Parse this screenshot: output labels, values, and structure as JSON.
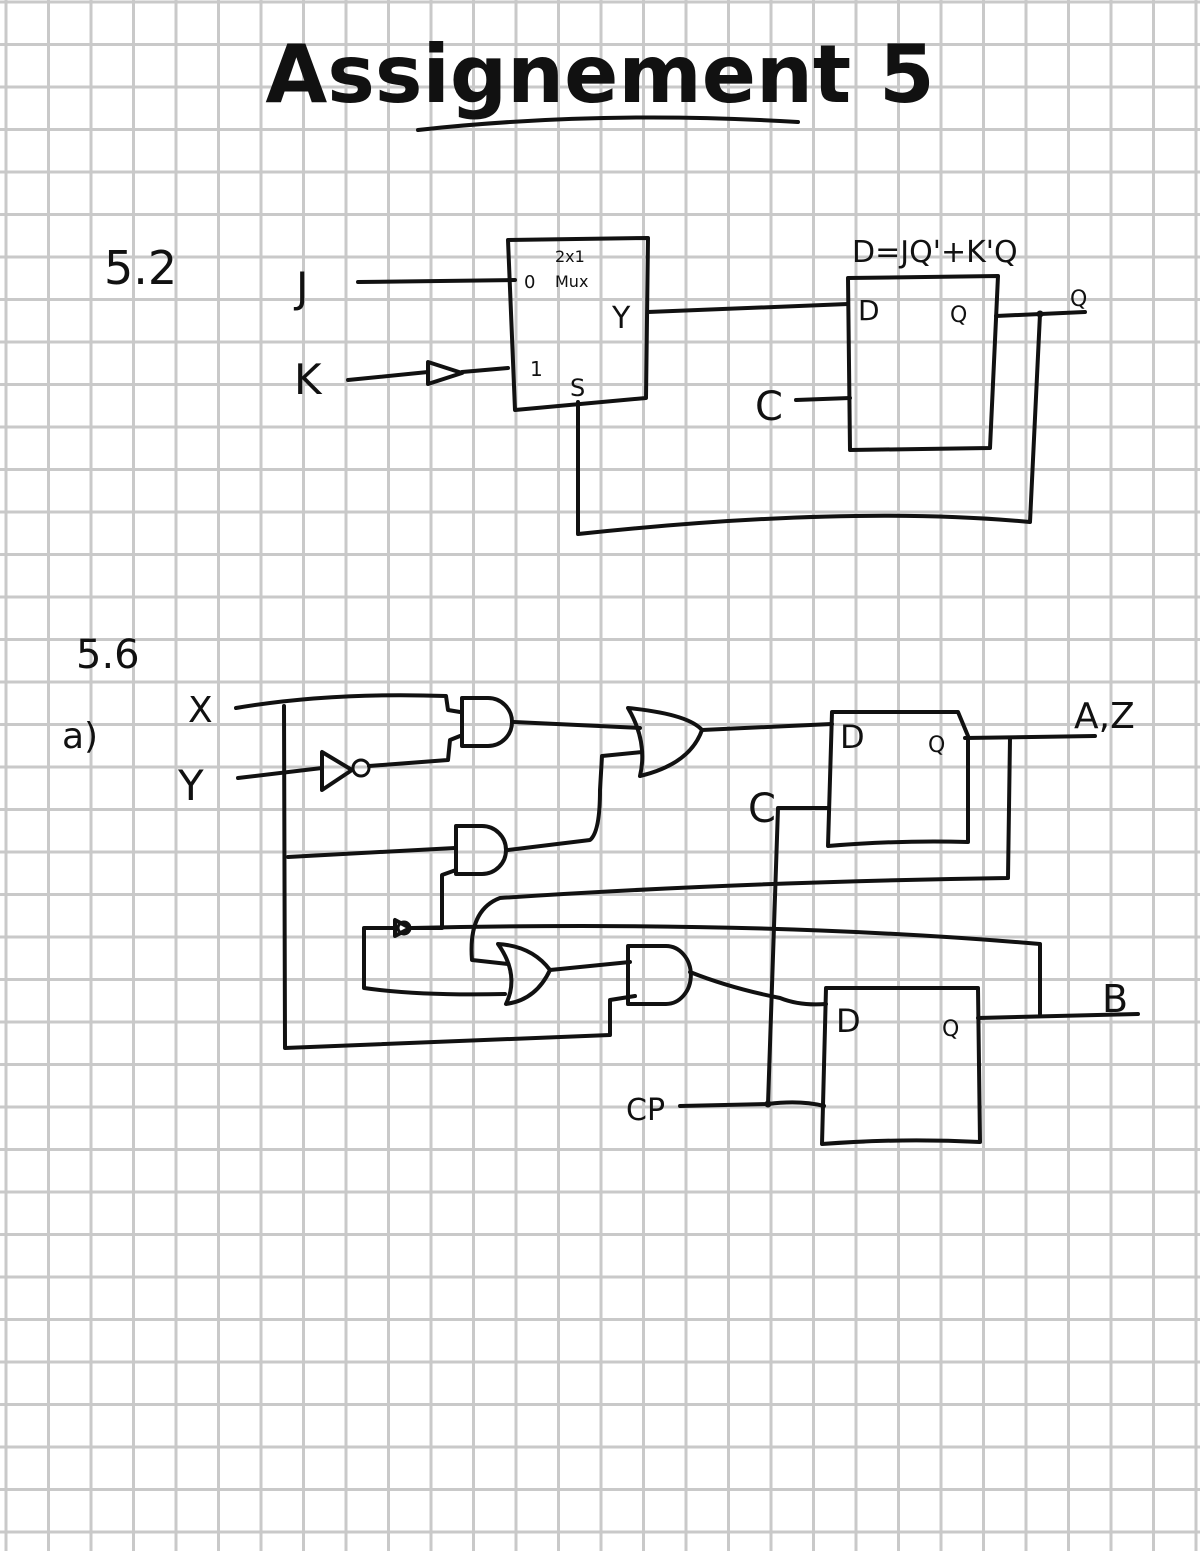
{
  "title": "Assignement 5",
  "problem_52": {
    "number": "5.2",
    "equation": "D=JQ'+K'Q",
    "mux": {
      "type_line1": "2x1",
      "type_line2": "Mux",
      "input0": "0",
      "input1": "1",
      "output": "Y",
      "select": "S"
    },
    "flipflop": {
      "d": "D",
      "q": "Q",
      "clock": "C"
    },
    "inputs": [
      "J",
      "K"
    ],
    "output": "Q"
  },
  "problem_56": {
    "number": "5.6",
    "part": "a)",
    "inputs": [
      "X",
      "Y"
    ],
    "flipflop_a": {
      "d": "D",
      "q": "Q",
      "clock": "C"
    },
    "flipflop_b": {
      "d": "D",
      "q": "Q"
    },
    "output_a": "A,Z",
    "output_b": "B",
    "clock_label": "CP"
  },
  "colors": {
    "ink": "#111111",
    "grid": "#c9c9c9",
    "paper": "#ffffff"
  }
}
